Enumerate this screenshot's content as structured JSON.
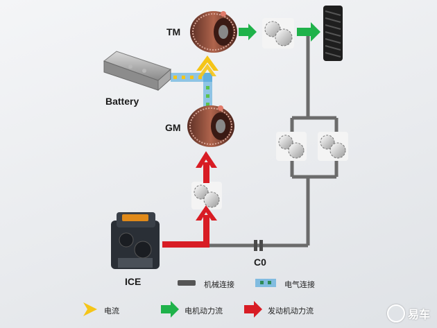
{
  "labels": {
    "tm": "TM",
    "gm": "GM",
    "battery": "Battery",
    "ice": "ICE",
    "c0": "C0"
  },
  "legend": {
    "mechanical": "机械连接",
    "electrical": "电气连接",
    "current": "电流",
    "motor_power": "电机动力流",
    "engine_power": "发动机动力流"
  },
  "watermark": {
    "logo": "",
    "text": "易车"
  },
  "colors": {
    "mechanical": "#6b6b6b",
    "electrical": "#3fa0d8",
    "electrical_dots": "#5cc24a",
    "current": "#f5c518",
    "motor_power": "#1fb24a",
    "engine_power": "#d81c24",
    "coil": "#8a4a3a"
  },
  "icons": [
    "battery-icon",
    "tm-motor-icon",
    "gm-generator-icon",
    "ice-engine-icon",
    "gear-icon",
    "wheel-icon",
    "clutch-c0-icon"
  ]
}
